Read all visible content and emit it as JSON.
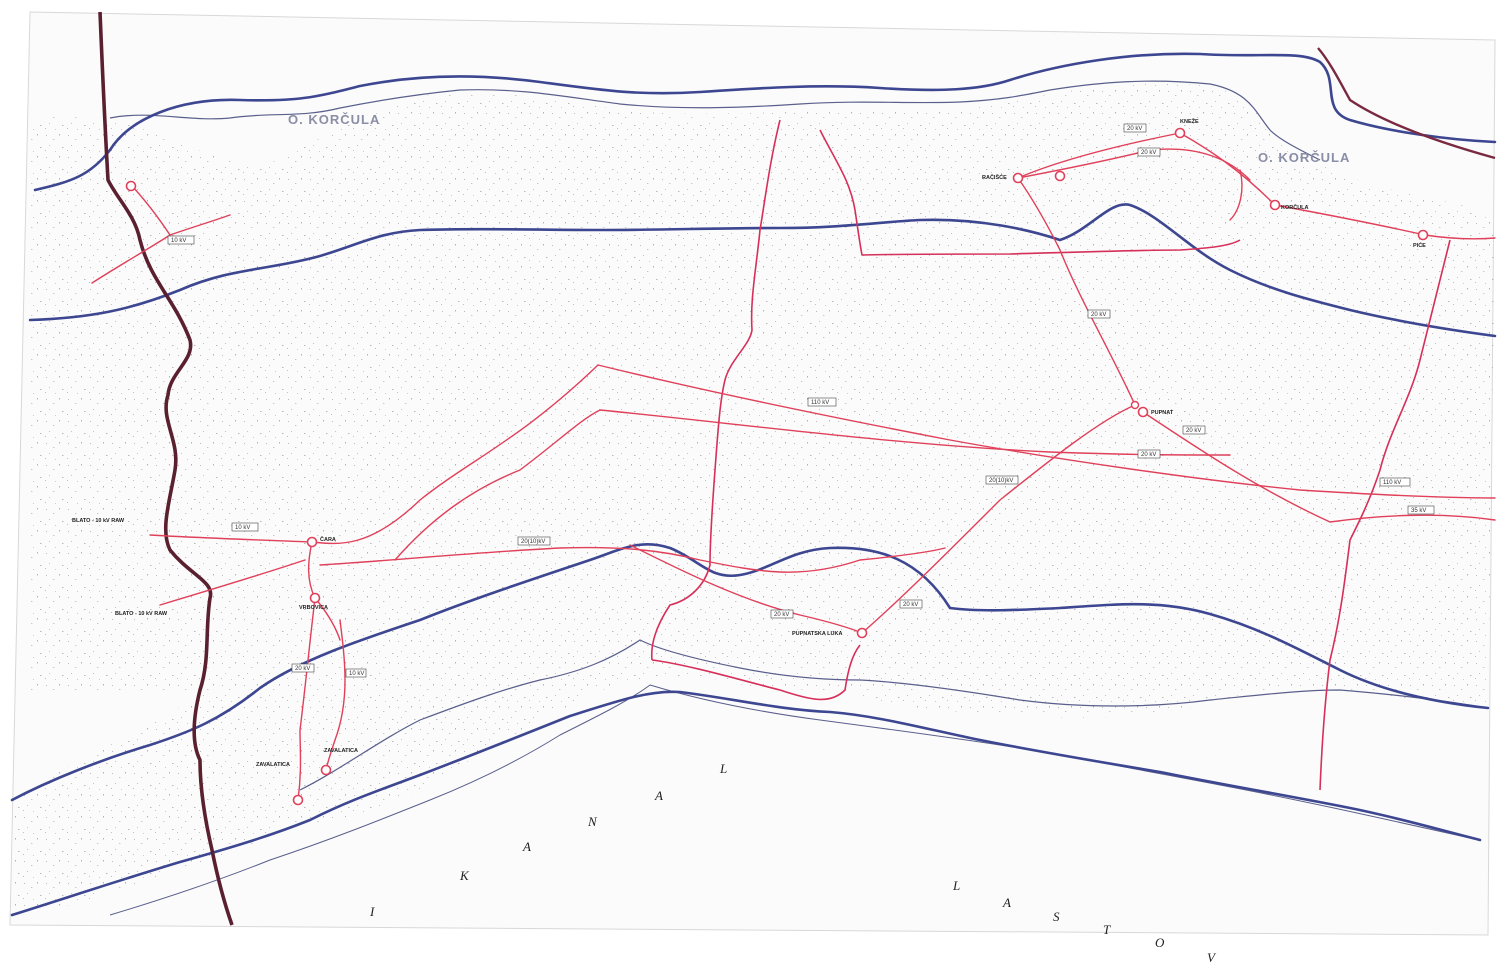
{
  "map": {
    "island_labels": [
      {
        "id": "korcula-west",
        "text": "O. KORČULA"
      },
      {
        "id": "korcula-east",
        "text": "O. KORČULA"
      }
    ],
    "channel_letters": {
      "letters_left": [
        "A",
        "N",
        "A",
        "L"
      ],
      "letter_k": "K",
      "letter_i": "I",
      "letters_right": [
        "L",
        "A",
        "S",
        "T",
        "O",
        "V"
      ]
    },
    "voltage_tags": [
      "10 kV",
      "10 kV",
      "110 kV",
      "20(10)kV",
      "20 kV",
      "20 kV",
      "20 kV",
      "10 kV",
      "20 kV",
      "20 kV",
      "20 kV",
      "20 kV",
      "20 kV",
      "20(10)kV",
      "110 kV",
      "35 kV"
    ],
    "substations": [
      {
        "id": "ss-west",
        "label": ""
      },
      {
        "id": "ss-cara",
        "label": "ČARA"
      },
      {
        "id": "ss-vrbovica",
        "label": "VRBOVICA"
      },
      {
        "id": "ss-zavalatica-a",
        "label": "ZAVALATICA"
      },
      {
        "id": "ss-zavalatica-b",
        "label": "ZAVALATICA"
      },
      {
        "id": "ss-pupnatska",
        "label": "PUPNATSKA LUKA"
      },
      {
        "id": "ss-pupnat",
        "label": "PUPNAT"
      },
      {
        "id": "ss-racisce",
        "label": "RAČIŠĆE"
      },
      {
        "id": "ss-ne-1",
        "label": ""
      },
      {
        "id": "ss-knezak",
        "label": "KNEŽE"
      },
      {
        "id": "ss-korcula",
        "label": "KORČULA"
      },
      {
        "id": "ss-east",
        "label": "PIĆE"
      }
    ],
    "side_labels": [
      "BLATO - 10 kV RAW",
      "BLATO - 10 kV RAW"
    ],
    "colors": {
      "paper": "#ffffff",
      "coast": "#5a5f8c",
      "depth_line": "#3d4690",
      "power_line": "#e0405a",
      "boundary": "#5a2030",
      "speckle": "#b9b9b9"
    }
  }
}
